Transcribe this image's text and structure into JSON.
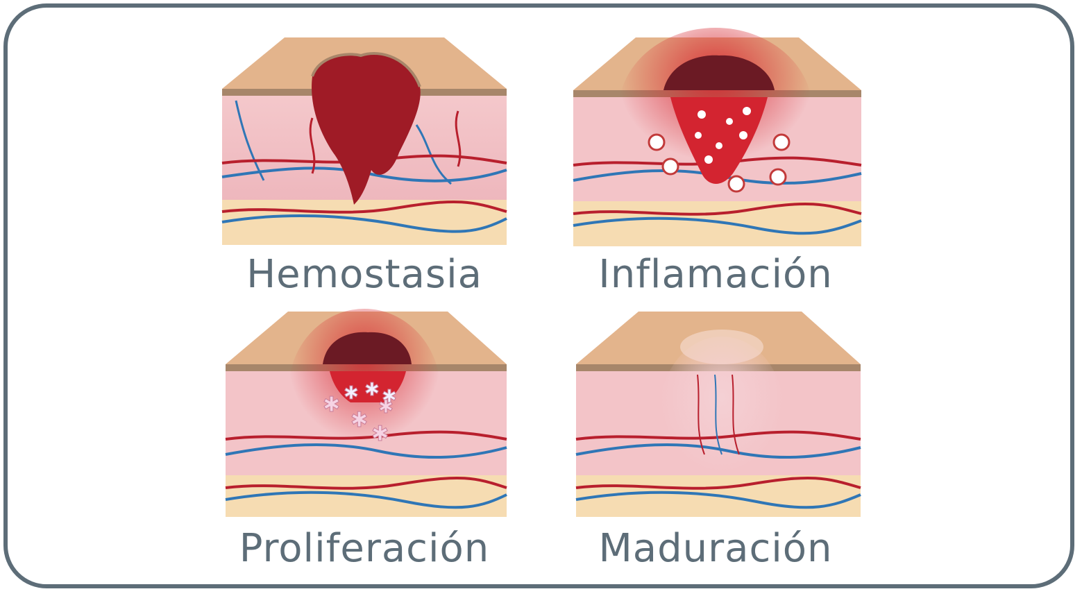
{
  "stages": [
    {
      "id": "hemostasia",
      "label": "Hemostasia"
    },
    {
      "id": "inflamacion",
      "label": "Inflamación"
    },
    {
      "id": "proliferacion",
      "label": "Proliferación"
    },
    {
      "id": "maduracion",
      "label": "Maduración"
    }
  ],
  "colors": {
    "frame": "#5d6d78",
    "skin_top": "#e3b48c",
    "epidermis_edge": "#a7866a",
    "dermis": "#f2c5c8",
    "fat": "#f6dcb2",
    "artery": "#b81f2d",
    "vein": "#2f76b6",
    "clot": "#9f1b26"
  }
}
